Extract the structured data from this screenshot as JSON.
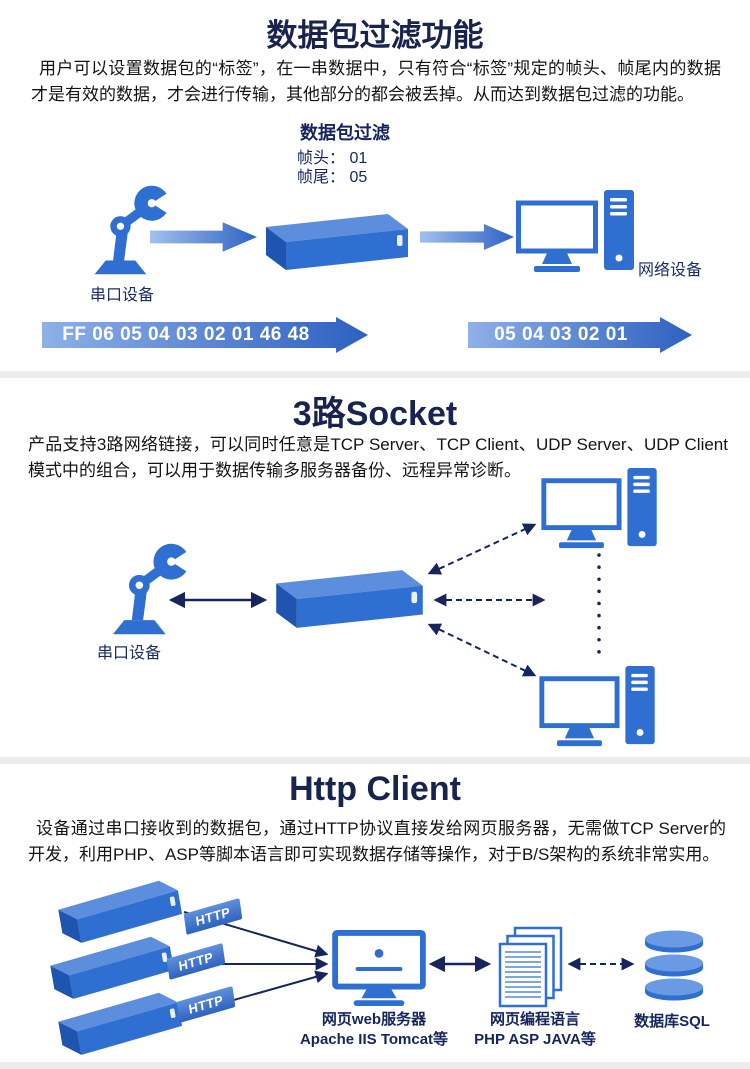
{
  "theme": {
    "accent_blue": "#2f6fd1",
    "navy_title": "#18234e",
    "divider_gray": "#ececec",
    "banner_gradient": [
      "#8fb0e8",
      "#2d60c0"
    ]
  },
  "section1": {
    "title": "数据包过滤功能",
    "body": "用户可以设置数据包的“标签”，在一串数据中，只有符合“标签”规定的帧头、帧尾内的数据才是有效的数据，才会进行传输，其他部分的都会被丢掉。从而达到数据包过滤的功能。",
    "filter_label": "数据包过滤",
    "frame_head": "帧头： 01",
    "frame_tail": "帧尾： 05",
    "serial_device_label": "串口设备",
    "network_device_label": "网络设备",
    "banner_left": "FF 06 05 04 03 02 01 46 48",
    "banner_right": "05 04 03 02 01"
  },
  "section2": {
    "title": "3路Socket",
    "body": "产品支持3路网络链接，可以同时任意是TCP Server、TCP Client、UDP Server、UDP Client模式中的组合，可以用于数据传输多服务器备份、远程异常诊断。",
    "serial_device_label": "串口设备"
  },
  "section3": {
    "title": "Http Client",
    "body": "设备通过串口接收到的数据包，通过HTTP协议直接发给网页服务器，无需做TCP Server的开发，利用PHP、ASP等脚本语言即可实现数据存储等操作，对于B/S架构的系统非常实用。",
    "http_label": "HTTP",
    "web_server_label_line1": "网页web服务器",
    "web_server_label_line2": "Apache IIS Tomcat等",
    "language_label_line1": "网页编程语言",
    "language_label_line2": "PHP ASP JAVA等",
    "database_label": "数据库SQL"
  },
  "icons": {
    "robot-arm-icon": "svg-shape",
    "device-box-icon": "svg-shape",
    "desktop-computer-icon": "svg-shape",
    "monitor-icon": "svg-shape",
    "documents-icon": "svg-shape",
    "database-icon": "svg-shape",
    "block-arrow-icon": "svg-shape",
    "banner-arrow-icon": "css-shape",
    "dashed-arrow-icon": "svg-shape"
  }
}
